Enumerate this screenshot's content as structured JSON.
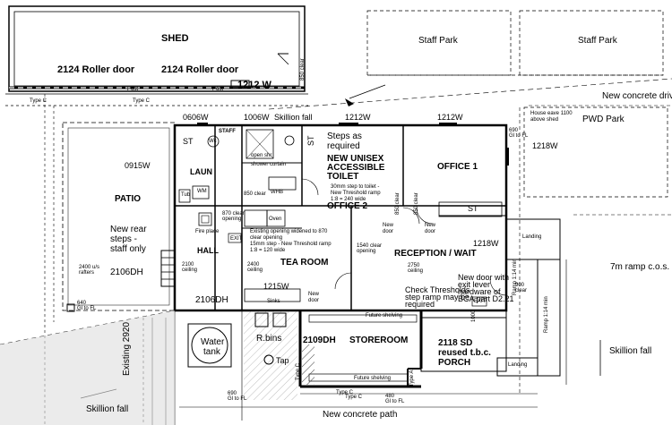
{
  "shed": {
    "title": "SHED",
    "roller_left": "2124 Roller door",
    "roller_right": "2124 Roller door",
    "post_left": "Post",
    "post_right": "Post",
    "window": "1212 W",
    "clear": "850 clear"
  },
  "staff_park": [
    "Staff Park",
    "Staff Park"
  ],
  "concrete_drive": "New concrete drive",
  "house_eave": [
    "House eave 1100",
    "above shed"
  ],
  "pwd_park": "PWD Park",
  "windows": {
    "w0606": "0606W",
    "w1006": "1006W",
    "w1212a": "1212W",
    "w1212b": "1212W",
    "w0915": "0915W",
    "w1218a": "1218W",
    "w1218b": "1218W",
    "w1215": "1215W"
  },
  "skillion_fall_top": "Skillion fall",
  "rooms": {
    "st1": "ST",
    "staff": "STAFF",
    "wc": "Wc",
    "open_shr": "open shr",
    "shower_curtain": "shower curtain",
    "laun": "LAUN",
    "wm": "WM",
    "tub": "Tub",
    "clear_850": "850 clear",
    "whb": "WHB",
    "st2": "ST",
    "steps_required": [
      "Steps as",
      "required"
    ],
    "unisex": [
      "NEW UNISEX",
      "ACCESSIBLE",
      "TOILET"
    ],
    "step_note": [
      "30mm step to toilet -",
      "New Threshold ramp",
      "1:8 = 240 wide"
    ],
    "office2": "OFFICE 2",
    "office1": "OFFICE 1",
    "st3": "ST",
    "patio": "PATIO",
    "rear_steps": [
      "New rear",
      "steps -",
      "staff only"
    ],
    "w2106_left": "2106DH",
    "rafters": [
      "2400 u/s",
      "rafters"
    ],
    "fire_place": "Fire place",
    "hall": "HALL",
    "clear_870": [
      "870 clear",
      "opening"
    ],
    "ceiling_hall": [
      "2100",
      "ceiling"
    ],
    "exit_hall": "EXIT",
    "w2106_hall": "2106DH",
    "oven": "Oven",
    "opening_note": [
      "Existing opening widened to 870",
      "clear opening",
      "15mm step - New Threshold ramp",
      "1:8 = 120 wide"
    ],
    "ceiling_tea": [
      "2400",
      "ceiling"
    ],
    "tea_room": "TEA ROOM",
    "sinks": "Sinks",
    "new_door_tea": [
      "New",
      "door"
    ],
    "clear_1540": [
      "1540 clear",
      "opening"
    ],
    "clear_850b": "850 clear",
    "clear_850c": "850 clear",
    "new_door_mid": [
      "New",
      "door"
    ],
    "new_door_right": [
      "New",
      "door"
    ],
    "reception": "RECEPTION / WAIT",
    "ceiling_rec": [
      "2750",
      "ceiling"
    ],
    "exit_note": [
      "New door with",
      "exit lever",
      "hardware of",
      "BCA part D2.21"
    ],
    "check_note": [
      "Check Thresholds",
      "step ramp may be",
      "required"
    ],
    "exit_rec": "EXIT",
    "clear_900": [
      "900",
      "clear"
    ],
    "gl_top": [
      "690",
      "Gl to FL"
    ]
  },
  "landing": "Landing",
  "landing_bottom": "Landing",
  "ramp_1": "Ramp 1:14 min",
  "ramp_2": "Ramp 1:14 min",
  "ramp_cos": "7m ramp c.o.s.",
  "skillion_fall_right": "Skillion fall",
  "future_shelving": "Future shelving",
  "future_shelving_bottom": "Future shelving",
  "water_tank": [
    "Water",
    "tank"
  ],
  "rbins": "R.bins",
  "tap": "Tap",
  "existing_2920": "Existing 2920",
  "w2109": "2109DH",
  "storeroom": "STOREROOM",
  "porch": [
    "2118 SD",
    "reused t.b.c.",
    "PORCH"
  ],
  "door_1000": "1000",
  "type_c": [
    "Type C",
    "Type C",
    "Type C",
    "Type C",
    "Type C"
  ],
  "type_a": "Type A",
  "gl_fl": [
    "690",
    "Gl to FL"
  ],
  "gl_fl_mid": [
    "480",
    "Gl to FL"
  ],
  "gl_fl_left": [
    "640",
    "Gl to FL"
  ],
  "skillion_fall_bottom": "Skillion fall",
  "concrete_path": "New concrete path"
}
